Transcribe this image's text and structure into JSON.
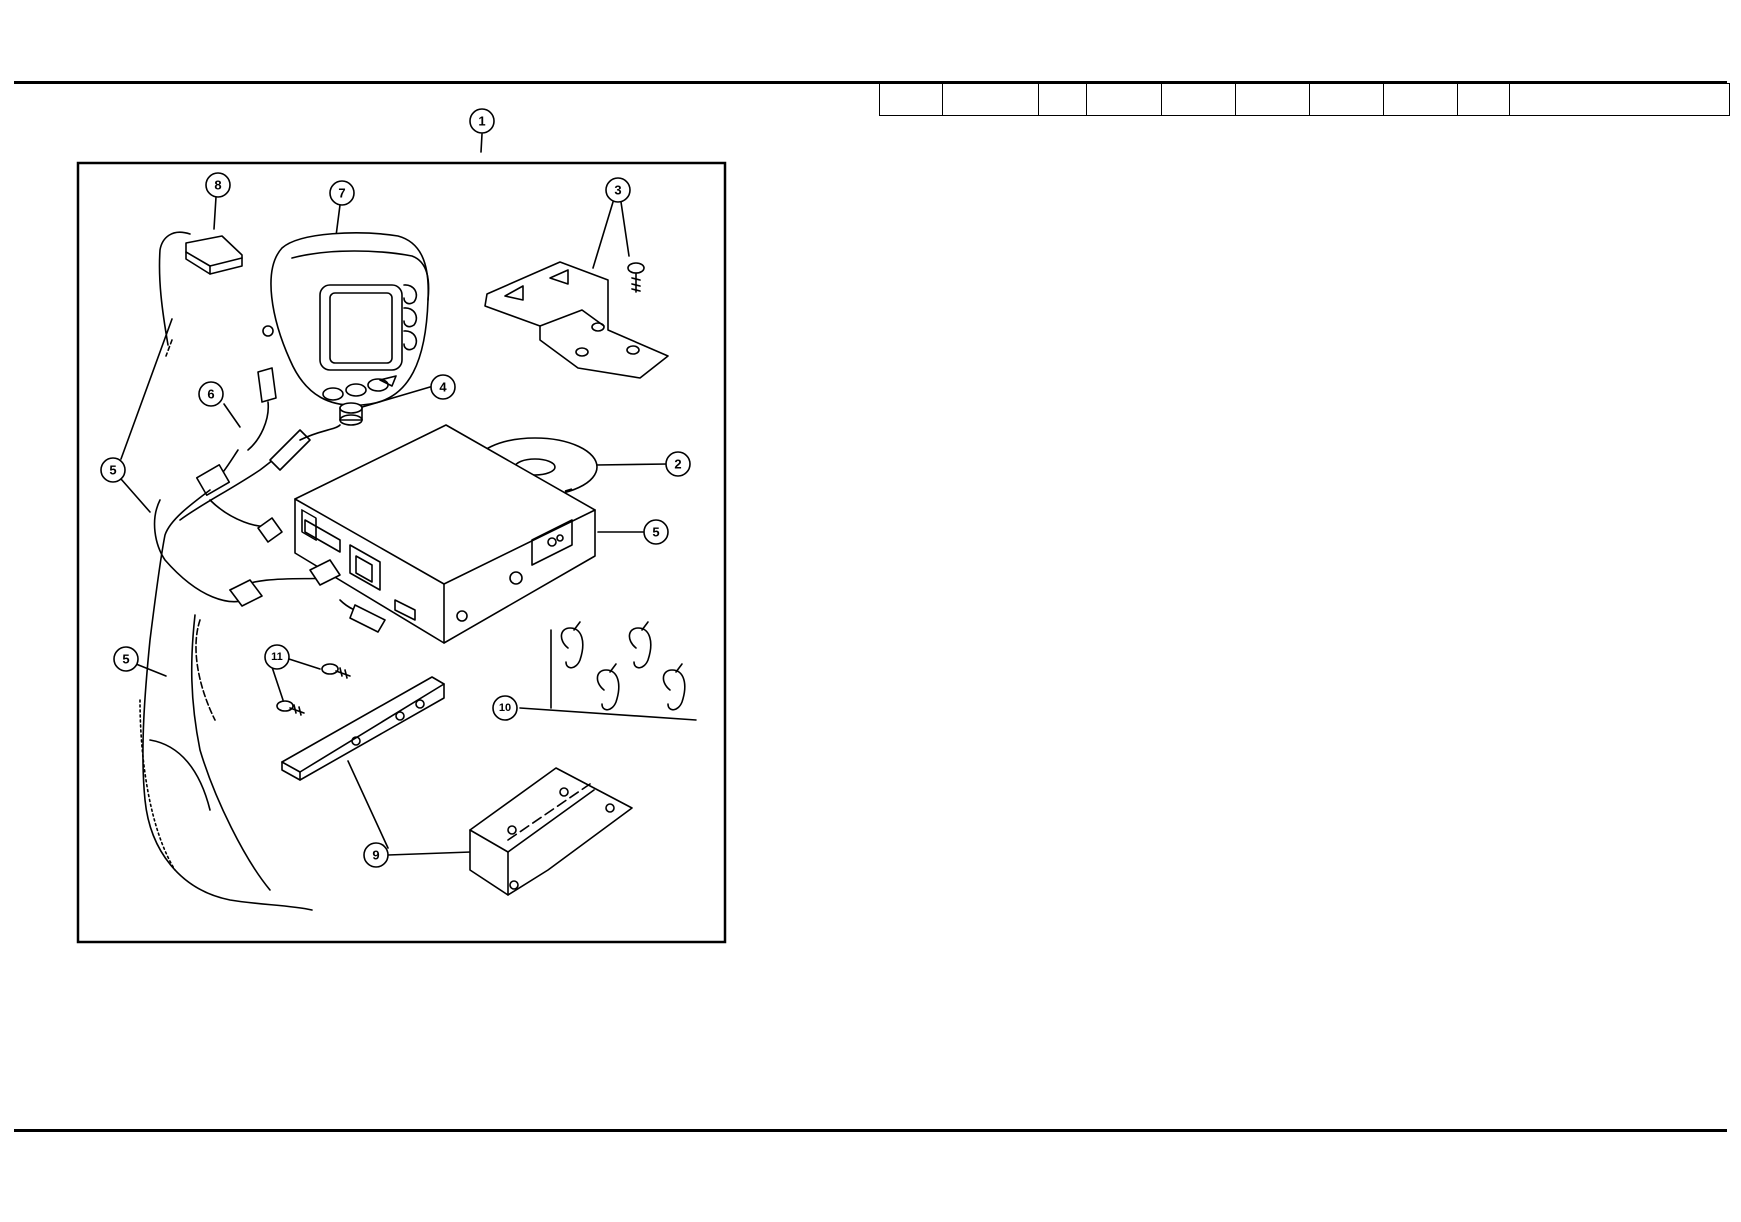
{
  "header_table": {
    "cells": [
      "",
      "",
      "",
      "",
      "",
      "",
      "",
      "",
      "",
      ""
    ]
  },
  "figure": {
    "callouts": [
      {
        "id": "c1",
        "label": "1"
      },
      {
        "id": "c2",
        "label": "2"
      },
      {
        "id": "c3",
        "label": "3"
      },
      {
        "id": "c4",
        "label": "4"
      },
      {
        "id": "c5a",
        "label": "5"
      },
      {
        "id": "c5b",
        "label": "5"
      },
      {
        "id": "c5c",
        "label": "5"
      },
      {
        "id": "c6",
        "label": "6"
      },
      {
        "id": "c7",
        "label": "7"
      },
      {
        "id": "c8",
        "label": "8"
      },
      {
        "id": "c9",
        "label": "9"
      },
      {
        "id": "c10",
        "label": "10"
      },
      {
        "id": "c11",
        "label": "11"
      }
    ]
  },
  "colors": {
    "ink": "#000000",
    "paper": "#ffffff"
  }
}
